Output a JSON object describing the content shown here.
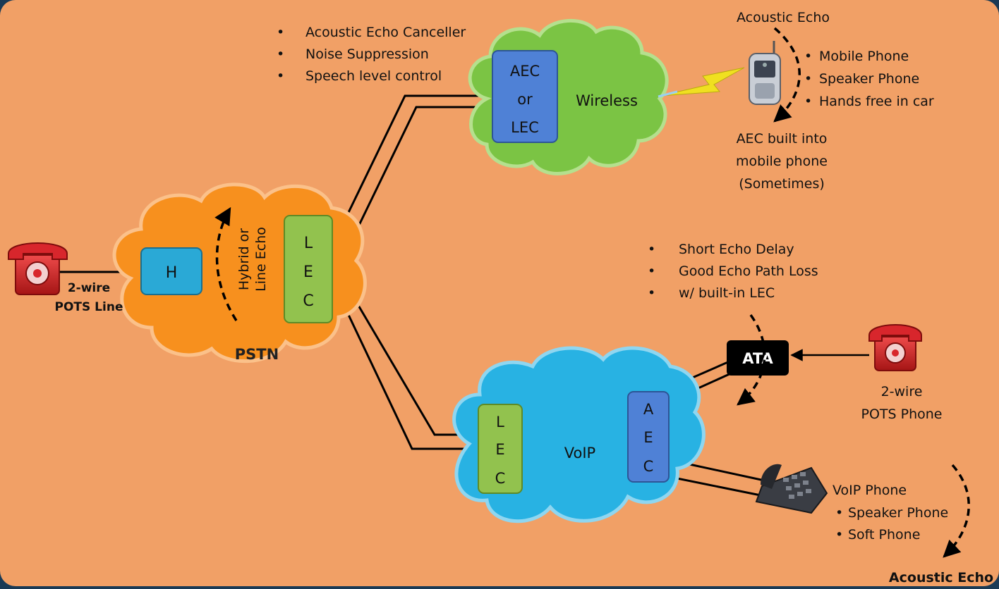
{
  "colors": {
    "background": "#f1a066",
    "pstn_cloud": "#f7901e",
    "wireless_cloud": "#7bc444",
    "voip_cloud": "#28b2e3",
    "box_blue": "#4f81d6",
    "box_green": "#92c24e",
    "box_teal": "#2aa9d6",
    "phone_red": "#d8262c",
    "ata_black": "#000000",
    "lightning": "#f0e020"
  },
  "clouds": {
    "pstn": "PSTN",
    "wireless": "Wireless",
    "voip": "VoIP"
  },
  "boxes": {
    "hybrid": "H",
    "pstn_lec": [
      "L",
      "E",
      "C"
    ],
    "wireless_aec": [
      "AEC",
      "or",
      "LEC"
    ],
    "voip_lec": [
      "L",
      "E",
      "C"
    ],
    "voip_aec": [
      "A",
      "E",
      "C"
    ],
    "ata": "ATA"
  },
  "hybrid_echo_label": [
    "Hybrid or",
    "Line Echo"
  ],
  "pots_line_label": [
    "2-wire",
    "POTS  Line"
  ],
  "wireless_features": [
    "Acoustic Echo Canceller",
    "Noise Suppression",
    "Speech level control"
  ],
  "mobile": {
    "echo_label": "Acoustic Echo",
    "features": [
      "Mobile Phone",
      "Speaker Phone",
      "Hands free in car"
    ],
    "aec_note": [
      "AEC built into",
      "mobile phone",
      "(Sometimes)"
    ]
  },
  "ata_features": [
    "Short Echo Delay",
    "Good Echo Path Loss",
    "w/ built-in LEC"
  ],
  "pots_phone_label": [
    "2-wire",
    "POTS Phone"
  ],
  "voip_phone": {
    "title": "VoIP Phone",
    "features": [
      "Speaker Phone",
      "Soft Phone"
    ],
    "echo_label": "Acoustic Echo"
  }
}
